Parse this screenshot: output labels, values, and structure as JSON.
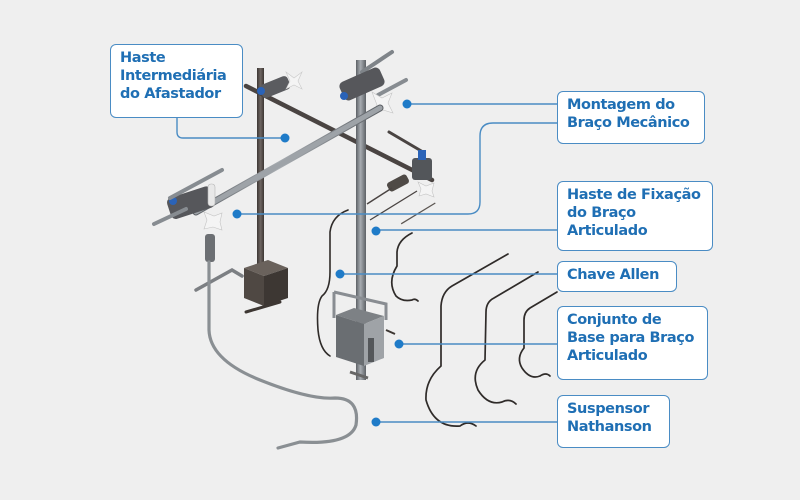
{
  "diagram": {
    "colors": {
      "background": "#efefef",
      "accent": "#1f6fb4",
      "leader_line": "#4a8cc4",
      "label_border": "#4a8cc4",
      "metal_dark": "#4a4644",
      "metal_light": "#8c9196",
      "knob": "#f4f4f4",
      "blue_ring": "#2a63b8"
    },
    "labels": [
      {
        "id": "haste-intermediaria",
        "lines": [
          "Haste",
          "Intermediária",
          "do Afastador"
        ]
      },
      {
        "id": "montagem-braco",
        "lines": [
          "Montagem do",
          "Braço Mecânico"
        ]
      },
      {
        "id": "haste-fixacao",
        "lines": [
          "Haste de Fixação",
          "do Braço",
          "Articulado"
        ]
      },
      {
        "id": "chave-allen",
        "lines": [
          "Chave Allen"
        ]
      },
      {
        "id": "conjunto-base",
        "lines": [
          "Conjunto de",
          "Base para Braço",
          "Articulado"
        ]
      },
      {
        "id": "suspensor",
        "lines": [
          "Suspensor",
          "Nathanson"
        ]
      }
    ]
  }
}
